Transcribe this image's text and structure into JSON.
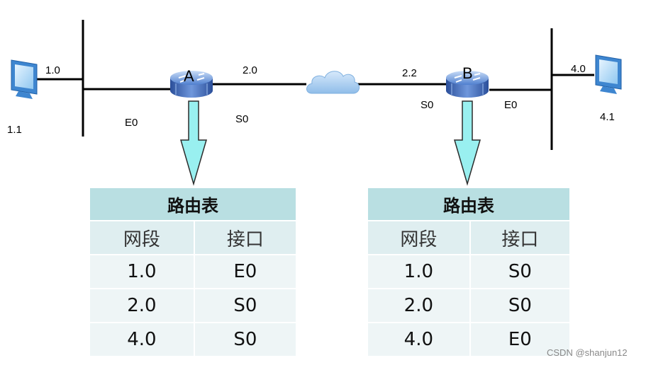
{
  "diagram": {
    "hosts": {
      "left": {
        "address": "1.1"
      },
      "right": {
        "address": "4.1"
      }
    },
    "network_labels": {
      "left_network": "1.0",
      "middle_network": "2.0",
      "right_network": "4.0",
      "router_b_serial_address": "2.2"
    },
    "routers": {
      "a": {
        "name": "A",
        "lan_interface": "E0",
        "wan_interface": "S0"
      },
      "b": {
        "name": "B",
        "lan_interface": "E0",
        "wan_interface": "S0"
      }
    },
    "icons": [
      "computer-icon",
      "router-icon",
      "cloud-icon",
      "down-arrow-icon"
    ]
  },
  "tables": {
    "a": {
      "title": "路由表",
      "columns": [
        "网段",
        "接口"
      ],
      "rows": [
        [
          "1.0",
          "E0"
        ],
        [
          "2.0",
          "S0"
        ],
        [
          "4.0",
          "S0"
        ]
      ]
    },
    "b": {
      "title": "路由表",
      "columns": [
        "网段",
        "接口"
      ],
      "rows": [
        [
          "1.0",
          "S0"
        ],
        [
          "2.0",
          "S0"
        ],
        [
          "4.0",
          "E0"
        ]
      ]
    }
  },
  "watermark": "CSDN @shanjun12",
  "colors": {
    "table_title_bg": "#b9dfe2",
    "table_header_bg": "#dfeef0",
    "table_row_bg": "#eef5f6",
    "arrow_fill": "#99f0f0",
    "router_blue": "#3a66b8",
    "cloud_blue": "#a9cdef"
  }
}
